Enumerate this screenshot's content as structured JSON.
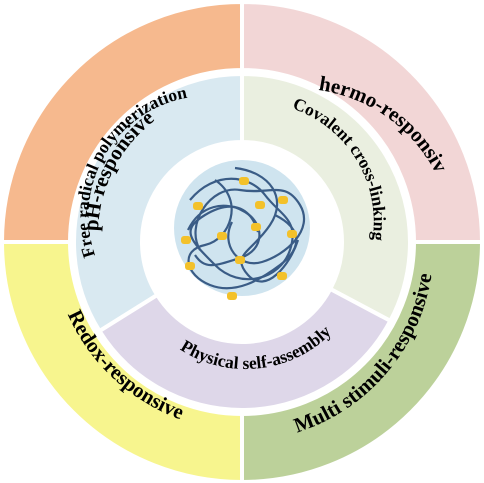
{
  "outer_segments": [
    {
      "label": "pH-responsive",
      "color": "#F6B98E"
    },
    {
      "label": "Thermo-responsive",
      "color": "#F2D6D6"
    },
    {
      "label": "Redox-responsive",
      "color": "#F7F58E"
    },
    {
      "label": "Multi stimuli-responsive",
      "color": "#BCD19A"
    }
  ],
  "inner_segments": [
    {
      "label": "Free radical polymerization",
      "color": "#D9E9F1"
    },
    {
      "label": "Covalent cross-linking",
      "color": "#EAEFE0"
    },
    {
      "label": "Physical self-assembly",
      "color": "#DED7E9"
    }
  ],
  "center": {
    "icon": "polymer-network-icon",
    "color": "#CFE4EF",
    "strand_color": "#3A5C86",
    "dot_color": "#F3C12A"
  }
}
